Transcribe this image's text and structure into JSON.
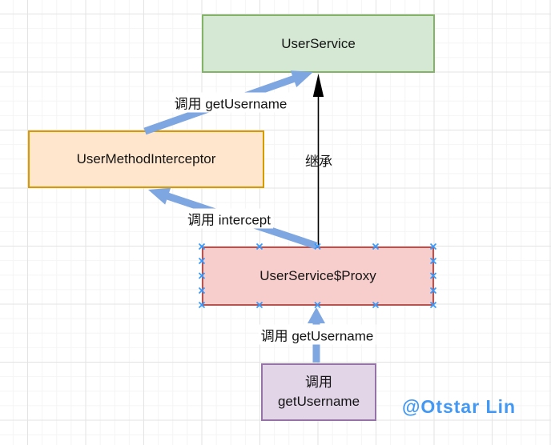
{
  "diagram": {
    "nodes": {
      "user_service": {
        "label": "UserService",
        "fill": "#d5e8d4",
        "stroke": "#82b366"
      },
      "interceptor": {
        "label": "UserMethodInterceptor",
        "fill": "#ffe6cc",
        "stroke": "#d79b00"
      },
      "proxy": {
        "label": "UserService$Proxy",
        "fill": "#f8cecc",
        "stroke": "#b85450",
        "selected": true
      },
      "call_node": {
        "line1": "调用",
        "line2": "getUsername",
        "fill": "#e1d5e7",
        "stroke": "#9673a6"
      }
    },
    "edges": {
      "call_getusername_top": {
        "label": "调用 getUsername",
        "color": "#7ea6e0",
        "from": "interceptor",
        "to": "user_service"
      },
      "inheritance": {
        "label": "继承",
        "color": "#000000",
        "from": "proxy",
        "to": "user_service"
      },
      "call_intercept": {
        "label": "调用 intercept",
        "color": "#7ea6e0",
        "from": "proxy",
        "to": "interceptor"
      },
      "call_getusername_bottom": {
        "label": "调用 getUsername",
        "color": "#7ea6e0",
        "from": "call_node",
        "to": "proxy"
      }
    },
    "connection_point_color": "#3399ff"
  },
  "watermark": {
    "text": "@Otstar Lin",
    "color": "#4298f2"
  }
}
